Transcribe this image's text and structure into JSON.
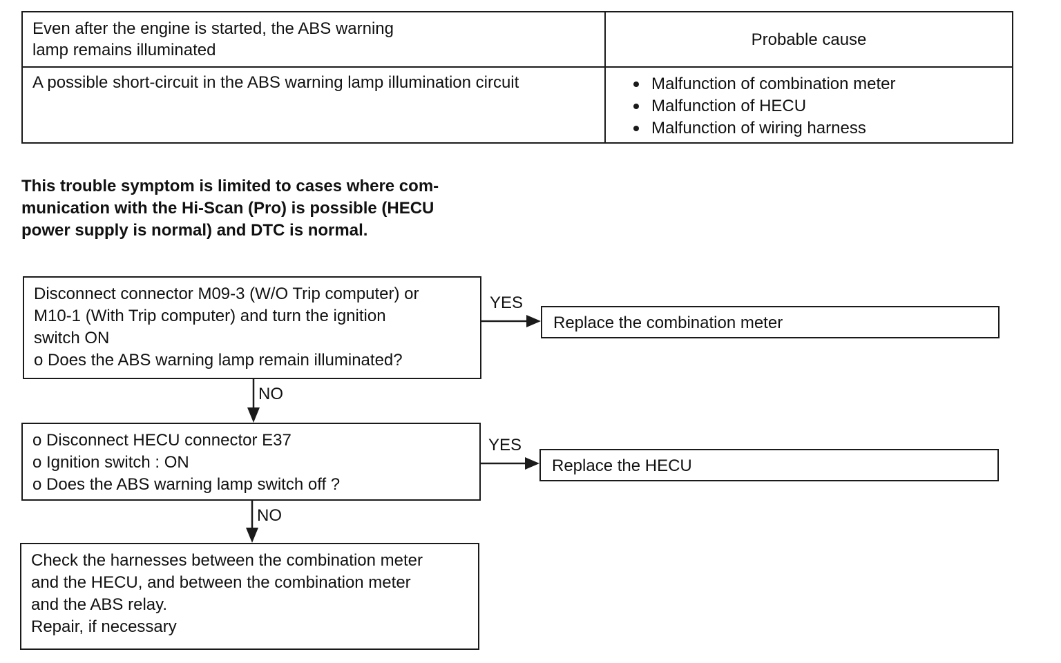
{
  "table": {
    "symptom_lines": [
      "Even after the engine is started, the ABS warning",
      "lamp remains illuminated"
    ],
    "cause_header": "Probable cause",
    "description": "A possible short-circuit in the ABS warning lamp illumination circuit",
    "causes": [
      "Malfunction of combination meter",
      "Malfunction of HECU",
      "Malfunction of wiring harness"
    ]
  },
  "note_lines": [
    "This trouble symptom is limited to cases where com-",
    "munication with the Hi-Scan (Pro) is possible (HECU",
    "power supply is normal) and DTC is normal."
  ],
  "flow": {
    "step1_lines": [
      "Disconnect connector M09-3 (W/O Trip computer) or",
      "M10-1 (With Trip computer) and turn the ignition",
      "switch ON",
      "o  Does the ABS warning lamp remain illuminated?"
    ],
    "step1_yes_label": "YES",
    "step1_result": "Replace the combination meter",
    "step1_no_label": "NO",
    "step2_lines": [
      "o  Disconnect HECU connector E37",
      "o  Ignition switch : ON",
      "o  Does the ABS warning lamp switch off ?"
    ],
    "step2_yes_label": "YES",
    "step2_result": "Replace the HECU",
    "step2_no_label": "NO",
    "step3_lines": [
      "Check the harnesses between the combination meter",
      "and the HECU, and between the combination meter",
      "and the ABS relay.",
      "Repair, if necessary"
    ]
  }
}
